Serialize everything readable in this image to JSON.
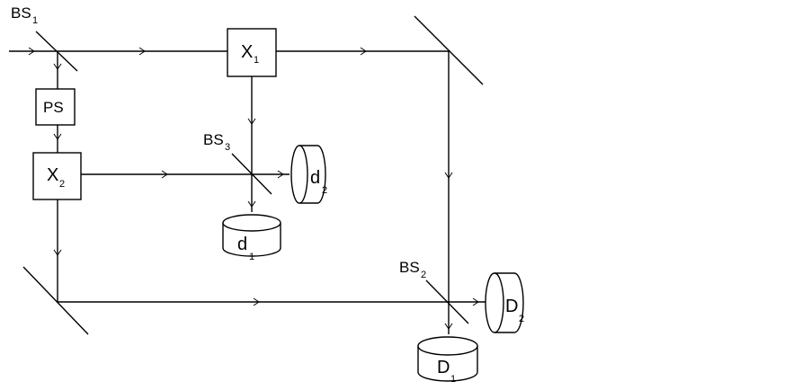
{
  "labels": {
    "bs1": {
      "main": "BS",
      "sub": "1"
    },
    "bs2": {
      "main": "BS",
      "sub": "2"
    },
    "bs3": {
      "main": "BS",
      "sub": "3"
    },
    "x1": {
      "main": "X",
      "sub": "1"
    },
    "x2": {
      "main": "X",
      "sub": "2"
    },
    "ps": {
      "main": "PS"
    },
    "d1_small": {
      "main": "d",
      "sub": "1"
    },
    "d2_small": {
      "main": "d",
      "sub": "2"
    },
    "D1": {
      "main": "D",
      "sub": "1"
    },
    "D2": {
      "main": "D",
      "sub": "2"
    }
  }
}
